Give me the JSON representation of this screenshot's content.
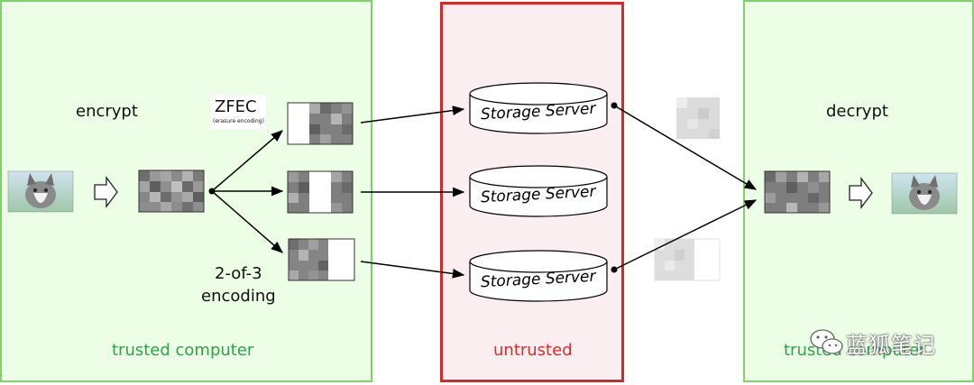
{
  "regions": {
    "left": {
      "label": "trusted computer"
    },
    "middle": {
      "label": "untrusted"
    },
    "right": {
      "label": "trusted computer"
    }
  },
  "steps": {
    "encrypt": "encrypt",
    "zfec_title": "ZFEC",
    "zfec_subtitle": "(erasure encoding)",
    "encoding_line1": "2-of-3",
    "encoding_line2": "encoding",
    "decrypt": "decrypt"
  },
  "servers": [
    {
      "label": "Storage Server"
    },
    {
      "label": "Storage Server"
    },
    {
      "label": "Storage Server"
    }
  ],
  "watermark": {
    "text": "蓝狐笔记"
  },
  "colors": {
    "trusted_fill": "#ecfee6",
    "trusted_border": "#7fd26a",
    "untrusted_fill": "#fbeef1",
    "untrusted_border": "#d42a2a"
  }
}
